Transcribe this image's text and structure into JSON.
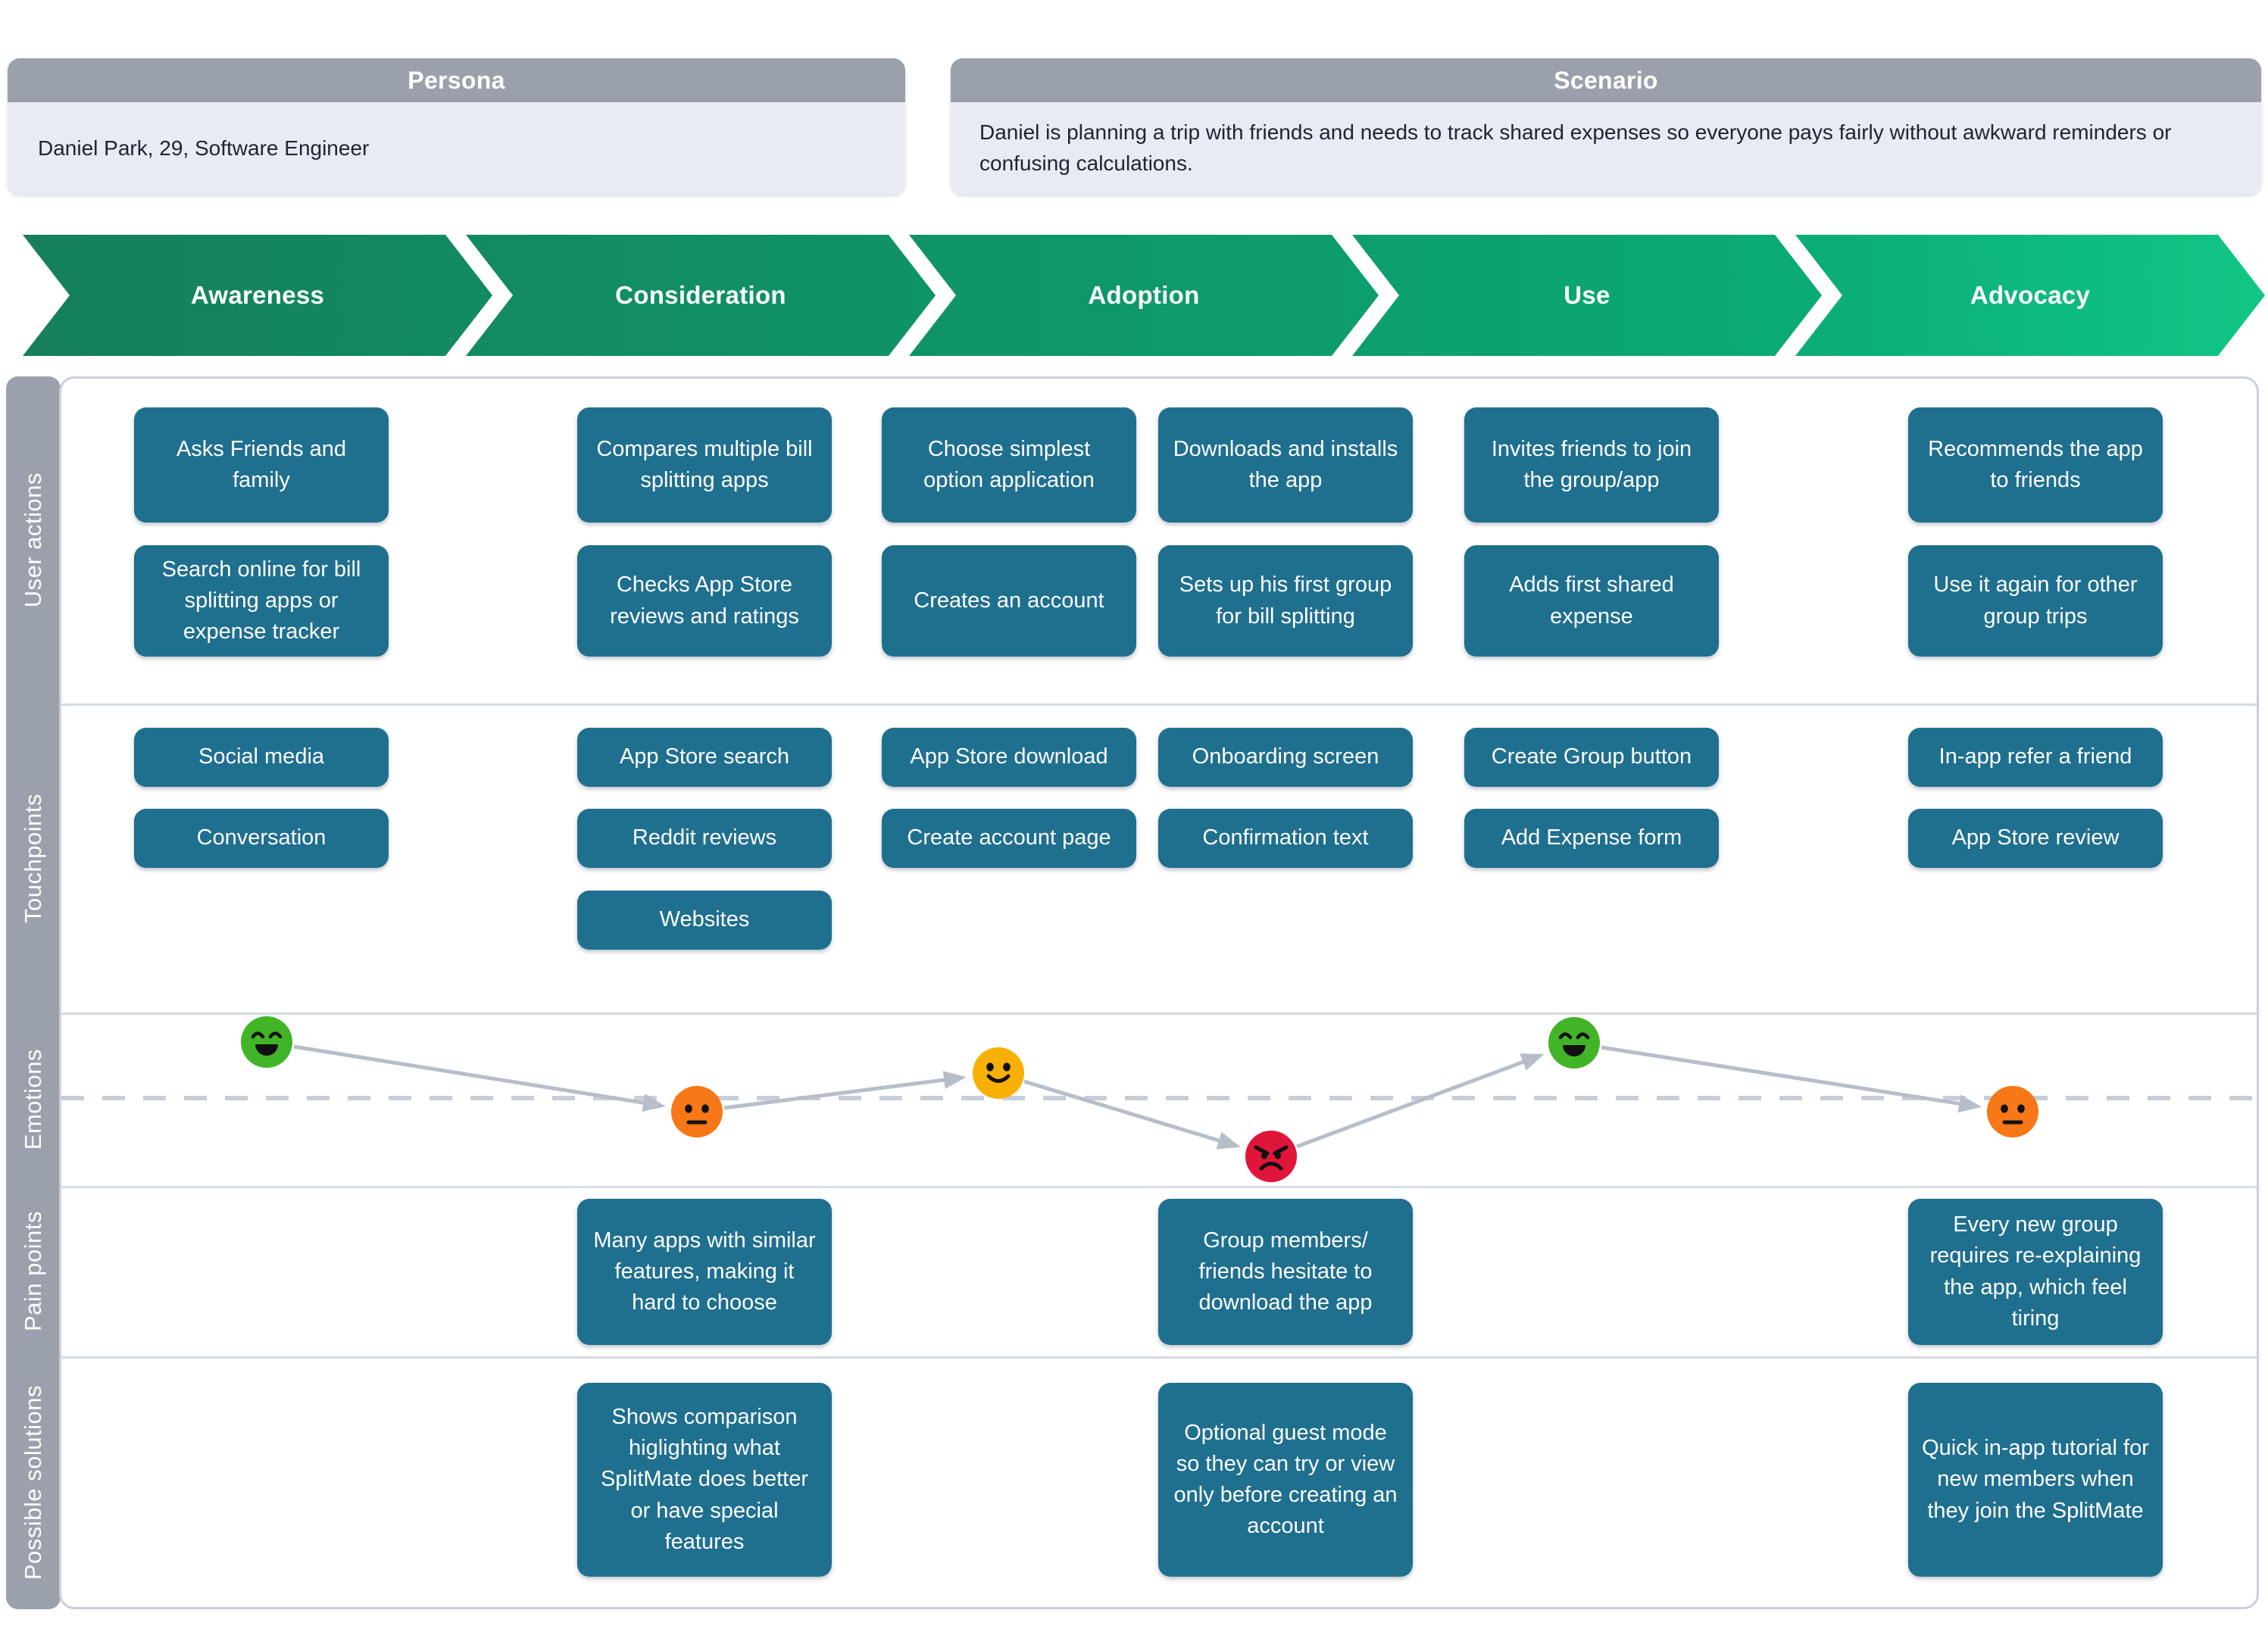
{
  "persona": {
    "header": "Persona",
    "text": "Daniel Park, 29, Software Engineer"
  },
  "scenario": {
    "header": "Scenario",
    "text": "Daniel is planning a trip with friends and needs to track shared expenses so everyone pays fairly without awkward reminders or confusing calculations."
  },
  "stages": [
    "Awareness",
    "Consideration",
    "Adoption",
    "Use",
    "Advocacy"
  ],
  "row_labels": [
    "User actions",
    "Touchpoints",
    "Emotions",
    "Pain points",
    "Possible solutions"
  ],
  "user_actions": [
    "Asks Friends and family",
    "Search online for bill splitting apps or expense tracker",
    "Compares multiple bill splitting apps",
    "Checks App Store reviews and ratings",
    "Choose simplest option application",
    "Creates an account",
    "Downloads and installs the app",
    "Sets up his first group for bill splitting",
    "Invites friends to join the group/app",
    "Adds first shared expense",
    "Recommends the app to friends",
    "Use it again for other group trips"
  ],
  "touchpoints": [
    "Social media",
    "Conversation",
    "App Store search",
    "Reddit reviews",
    "Websites",
    "App Store download",
    "Create account page",
    "Onboarding screen",
    "Confirmation text",
    "Create Group button",
    "Add Expense form",
    "In-app refer a friend",
    "App Store review"
  ],
  "pain_points": [
    "Many apps with similar features, making it hard to choose",
    "Group members/ friends hesitate to download the app",
    "Every new group requires re-explaining the app, which feel tiring"
  ],
  "solutions": [
    "Shows comparison higlighting what SplitMate does better or have special features",
    "Optional guest mode so they can try or view only before creating an account",
    "Quick in-app tutorial for new members when they join the SplitMate"
  ],
  "emotions": {
    "dots": [
      {
        "stage": "Awareness",
        "mood": "happy",
        "color": "#41B527"
      },
      {
        "stage": "Consideration",
        "mood": "displeased",
        "color": "#F87716"
      },
      {
        "stage": "Adoption",
        "mood": "content",
        "color": "#F9B005"
      },
      {
        "stage": "Adoption-install",
        "mood": "angry",
        "color": "#E0153A"
      },
      {
        "stage": "Use",
        "mood": "happy",
        "color": "#41B527"
      },
      {
        "stage": "Advocacy",
        "mood": "displeased",
        "color": "#F87716"
      }
    ]
  },
  "colors": {
    "card_teal": "#1F6F8F",
    "header_gray": "#9BA1AC",
    "info_body": "#E9EBF4",
    "arrow_gradient_start": "#15805A",
    "arrow_gradient_end": "#11C685",
    "connector_gray": "#B6BEC9",
    "panel_border": "#C9D0DC"
  }
}
